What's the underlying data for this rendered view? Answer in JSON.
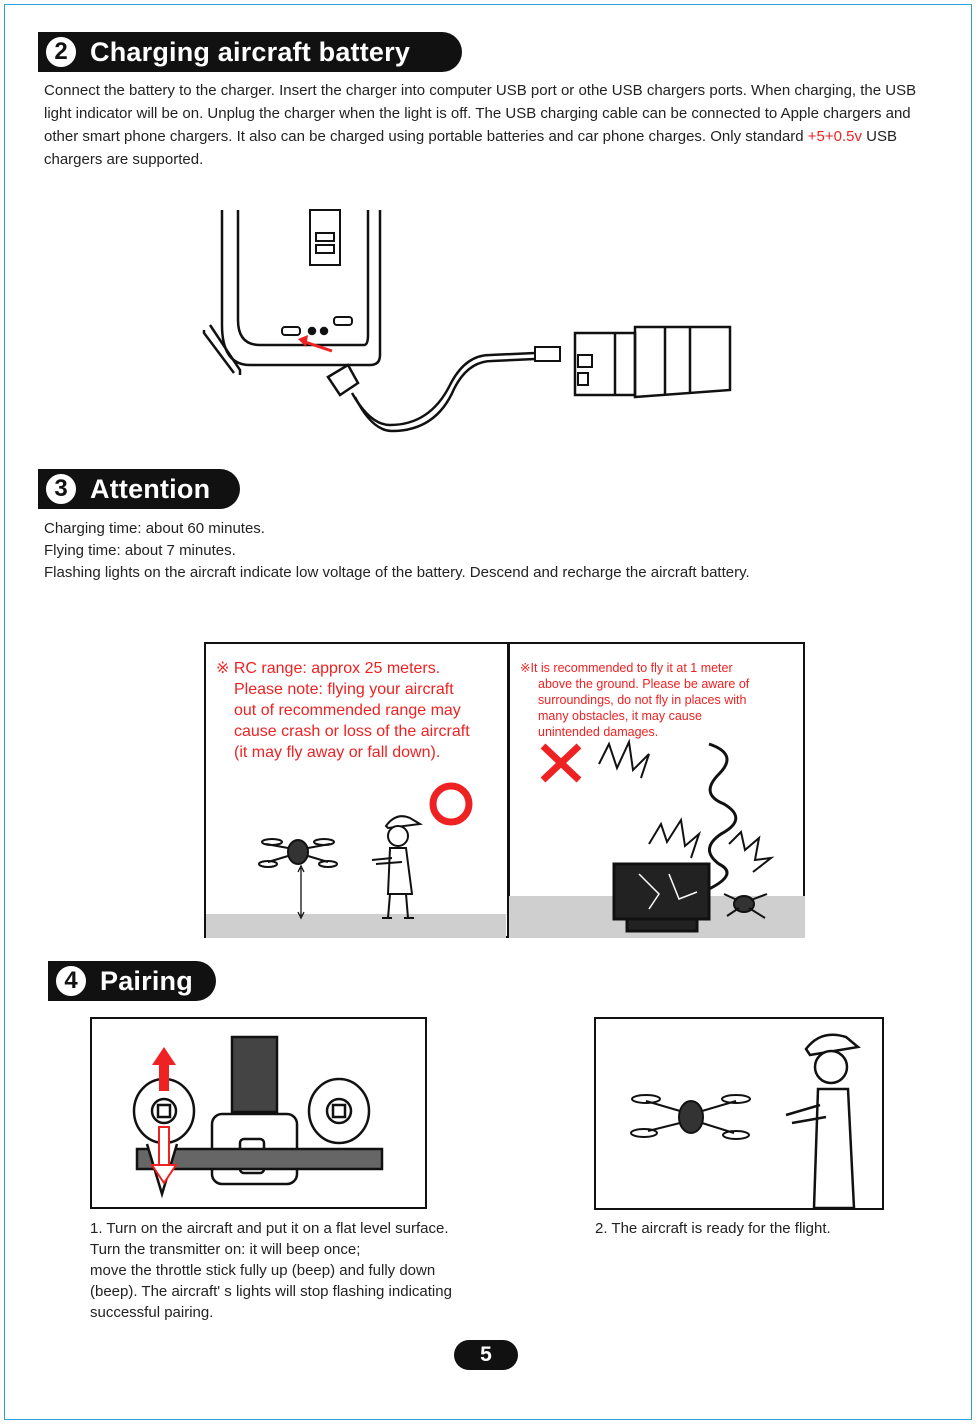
{
  "section2": {
    "number": "2",
    "title": "Charging aircraft battery",
    "text_before": "Connect the battery to the charger. Insert the charger into computer USB port or othe USB chargers ports. When charging, the USB light indicator will be on. Unplug the charger when the light is off. The USB charging cable can be connected to Apple chargers and other smart phone chargers. It also can be charged using portable batteries and car phone charges. Only standard ",
    "text_highlight": "+5+0.5v",
    "text_after": " USB chargers are supported."
  },
  "section3": {
    "number": "3",
    "title": "Attention",
    "line1": "Charging time: about 60 minutes.",
    "line2": "Flying time: about 7 minutes.",
    "line3": "Flashing lights on the aircraft indicate low voltage of the battery. Descend and recharge the aircraft battery."
  },
  "warning_left": {
    "mark": "※",
    "line1": "RC range: approx 25 meters.",
    "line2": "Please note: flying your aircraft",
    "line3": "out of recommended range may",
    "line4": "cause crash or loss of the aircraft",
    "line5": "(it may fly away or fall down)."
  },
  "warning_right": {
    "mark": "※",
    "line1": "It is recommended to fly it at 1 meter",
    "line2": "above the ground. Please be aware of",
    "line3": "surroundings, do not fly in places with",
    "line4": "many obstacles, it may cause",
    "line5": "unintended damages."
  },
  "section4": {
    "number": "4",
    "title": "Pairing",
    "step1_line1": "1. Turn on the aircraft and put it on a flat level surface.",
    "step1_line2": "Turn the transmitter on: it will beep once;",
    "step1_line3": "move the throttle stick fully up (beep) and fully down",
    "step1_line4": "(beep). The aircraft' s lights will stop flashing indicating",
    "step1_line5": "successful pairing.",
    "step2": "2. The aircraft is ready for the flight."
  },
  "page_number": "5",
  "colors": {
    "accent_red": "#e22222",
    "frame_blue": "#2a9fd8",
    "ink": "#111111"
  }
}
